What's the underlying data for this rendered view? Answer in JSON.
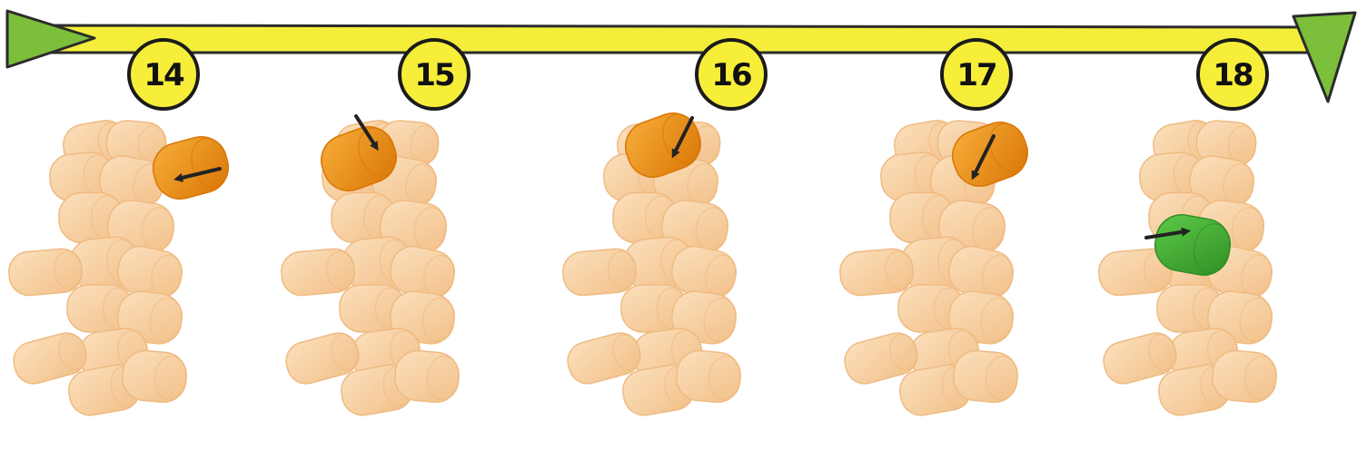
{
  "colors": {
    "track": "#f4ee3b",
    "track_outline": "#2b2b2b",
    "arrowhead": "#7cbf3a",
    "badge_fill": "#f7ee3a",
    "piece_faded": "#f8cf9c",
    "piece_faded_dark": "#efbb82",
    "piece_highlight": "#f0950f",
    "piece_highlight_dark": "#d97606",
    "piece_new_green": "#45b535",
    "piece_new_green_dark": "#2f8f25",
    "pointer": "#222222"
  },
  "steps": [
    {
      "label": "14",
      "highlight_color": "orange",
      "icon": "arrow-left-icon"
    },
    {
      "label": "15",
      "highlight_color": "orange",
      "icon": "arrow-down-right-icon"
    },
    {
      "label": "16",
      "highlight_color": "orange",
      "icon": "arrow-down-left-icon"
    },
    {
      "label": "17",
      "highlight_color": "orange",
      "icon": "arrow-down-left-icon"
    },
    {
      "label": "18",
      "highlight_color": "green",
      "icon": "arrow-right-icon"
    }
  ],
  "timeline": {
    "start_icon": "triangle-right-icon",
    "end_icon": "triangle-down-icon"
  }
}
